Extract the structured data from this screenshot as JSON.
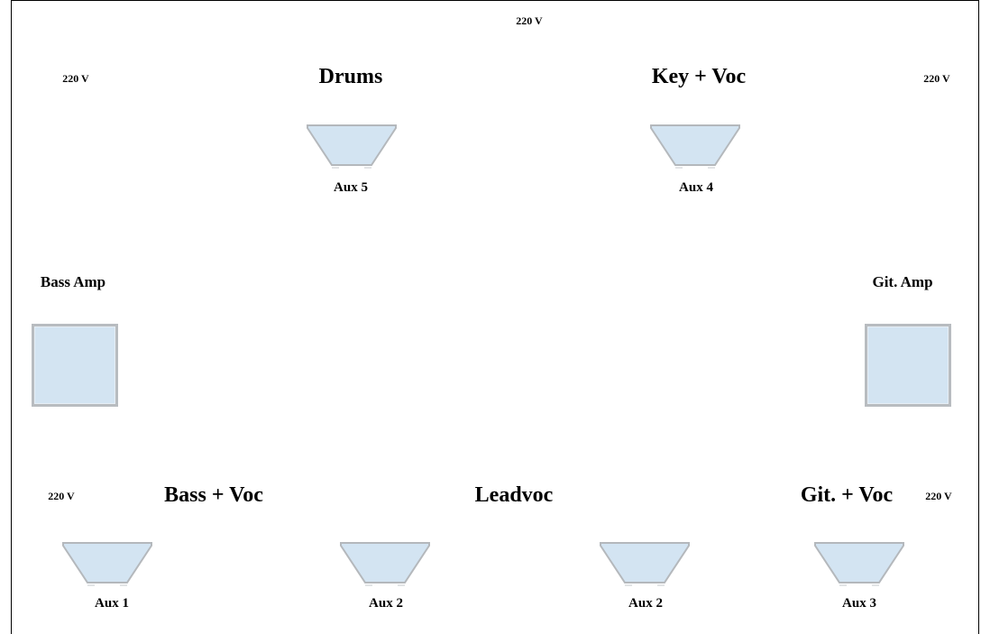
{
  "power": {
    "top_center": "220 V",
    "top_left": "220 V",
    "top_right": "220 V",
    "bottom_left": "220 V",
    "bottom_right": "220 V"
  },
  "positions": {
    "drums": "Drums",
    "key_voc": "Key + Voc",
    "bass_voc": "Bass + Voc",
    "leadvoc": "Leadvoc",
    "git_voc": "Git. + Voc"
  },
  "amps": {
    "bass": "Bass Amp",
    "git": "Git. Amp"
  },
  "monitors": {
    "aux5": "Aux 5",
    "aux4": "Aux 4",
    "aux1": "Aux 1",
    "aux2_left": "Aux 2",
    "aux2_right": "Aux 2",
    "aux3": "Aux 3"
  },
  "colors": {
    "fill": "#d3e4f2",
    "edge": "#b4b8bc"
  }
}
